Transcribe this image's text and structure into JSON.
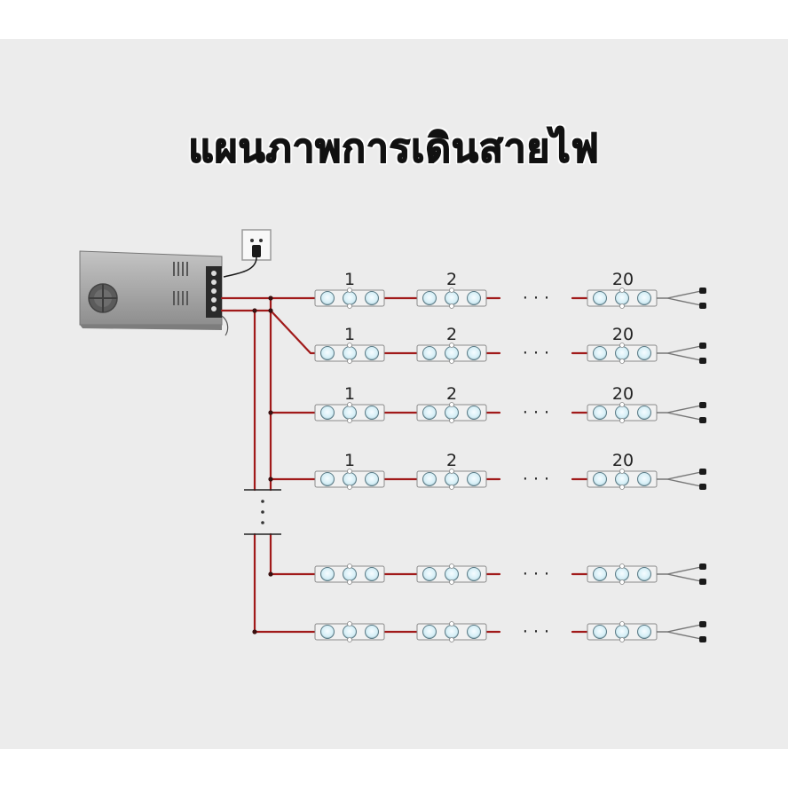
{
  "title": "แผนภาพการเดินสายไฟ",
  "module_labels": [
    "1",
    "2",
    "20"
  ],
  "ellipsis": "· · ·",
  "colors": {
    "wire_red": "#a11a1a",
    "wire_dark": "#3a1010",
    "module_body": "#f1f1f1",
    "led": "#dff2f8",
    "psu": "#a8a8a8",
    "background": "#ececec"
  },
  "icons": [
    "power-supply-icon",
    "wall-socket-icon",
    "plug-icon",
    "led-module-icon",
    "wire-connector-icon"
  ]
}
